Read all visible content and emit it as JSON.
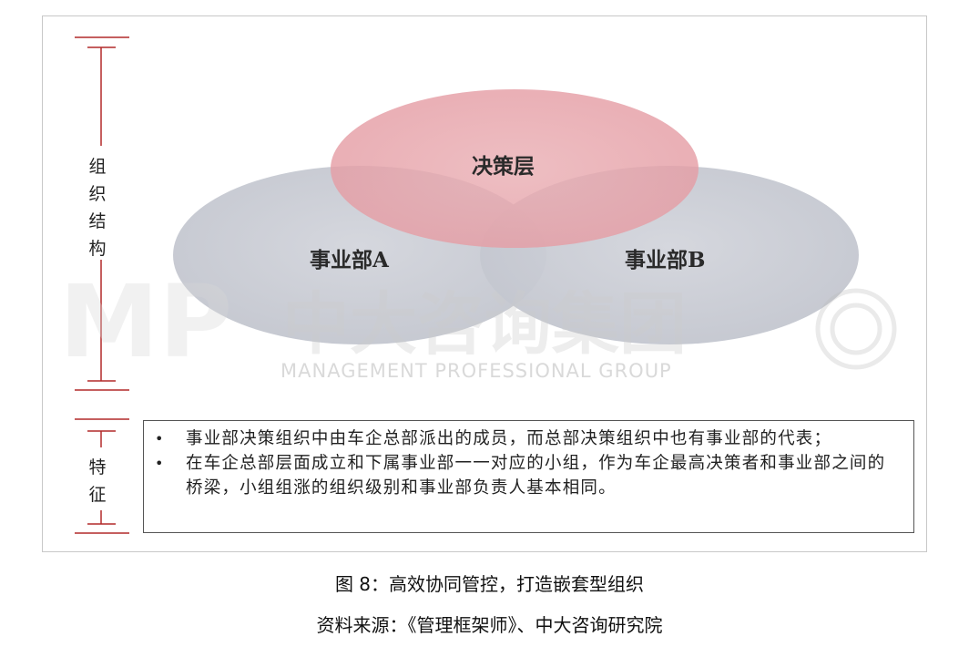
{
  "structure_label": [
    "组",
    "织",
    "结",
    "构"
  ],
  "features_label": [
    "特",
    "征"
  ],
  "venn": {
    "top": "决策层",
    "left": "事业部A",
    "right": "事业部B"
  },
  "features": [
    "事业部决策组织中由车企总部派出的成员，而总部决策组织中也有事业部的代表；",
    "在车企总部层面成立和下属事业部一一对应的小组，作为车企最高决策者和事业部之间的桥梁，小组组涨的组织级别和事业部负责人基本相同。"
  ],
  "watermark": {
    "title": "中大咨询集团",
    "subtitle": "MANAGEMENT PROFESSIONAL GROUP",
    "logo": "MP"
  },
  "caption": {
    "figure": "图 8：高效协同管控，打造嵌套型组织",
    "source": "资料来源：《管理框架师》、中大咨询研究院"
  },
  "colors": {
    "top_circle": "#e8a6ac",
    "side_circles": "#c9cbd3",
    "bracket": "#b22a2a"
  }
}
